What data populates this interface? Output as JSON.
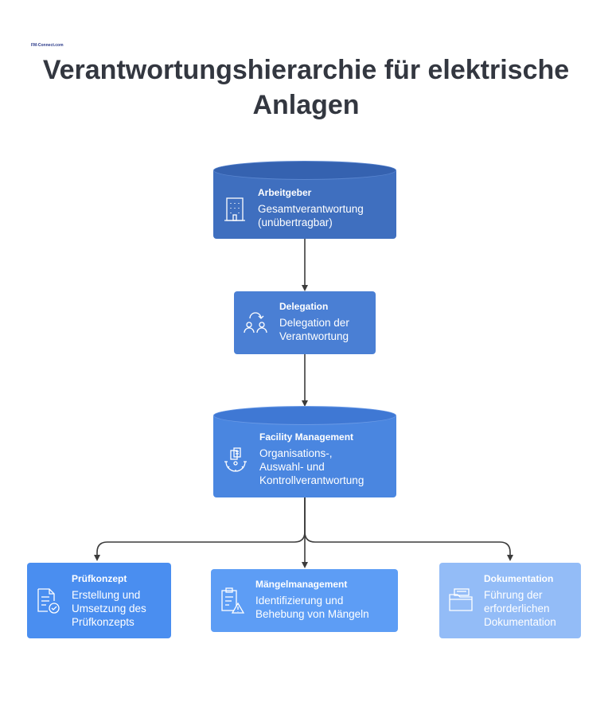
{
  "logo_text": "FM-Connect.com",
  "title_lines": [
    "Verantwortungshierarchie für elektrische",
    "Anlagen"
  ],
  "nodes": {
    "arbeitgeber": {
      "head": "Arbeitgeber",
      "desc": [
        "Gesamtverantwortung",
        "(unübertragbar)"
      ],
      "icon": "building-icon"
    },
    "delegation": {
      "head": "Delegation",
      "desc": [
        "Delegation der",
        "Verantwortung"
      ],
      "icon": "people-exchange-icon"
    },
    "facility": {
      "head": "Facility Management",
      "desc": [
        "Organisations-,",
        "Auswahl- und",
        "Kontrollverantwortung"
      ],
      "icon": "gear-documents-icon"
    },
    "pruefkonzept": {
      "head": "Prüfkonzept",
      "desc": [
        "Erstellung und",
        "Umsetzung des",
        "Prüfkonzepts"
      ],
      "icon": "document-check-icon"
    },
    "maengel": {
      "head": "Mängelmanagement",
      "desc": [
        "Identifizierung und",
        "Behebung von Mängeln"
      ],
      "icon": "clipboard-warning-icon"
    },
    "dokumentation": {
      "head": "Dokumentation",
      "desc": [
        "Führung der",
        "erforderlichen",
        "Dokumentation"
      ],
      "icon": "folder-icon"
    }
  },
  "colors": {
    "arbeitgeber": "#3f6fbf",
    "arbeitgeber_top": "#3562b0",
    "delegation": "#4a7fd4",
    "facility": "#4a86e0",
    "facility_top": "#3f78d4",
    "pruefkonzept": "#4a8ef0",
    "maengel": "#5d9df5",
    "dokumentation": "#93bcf7",
    "connector": "#3c3c3c"
  }
}
